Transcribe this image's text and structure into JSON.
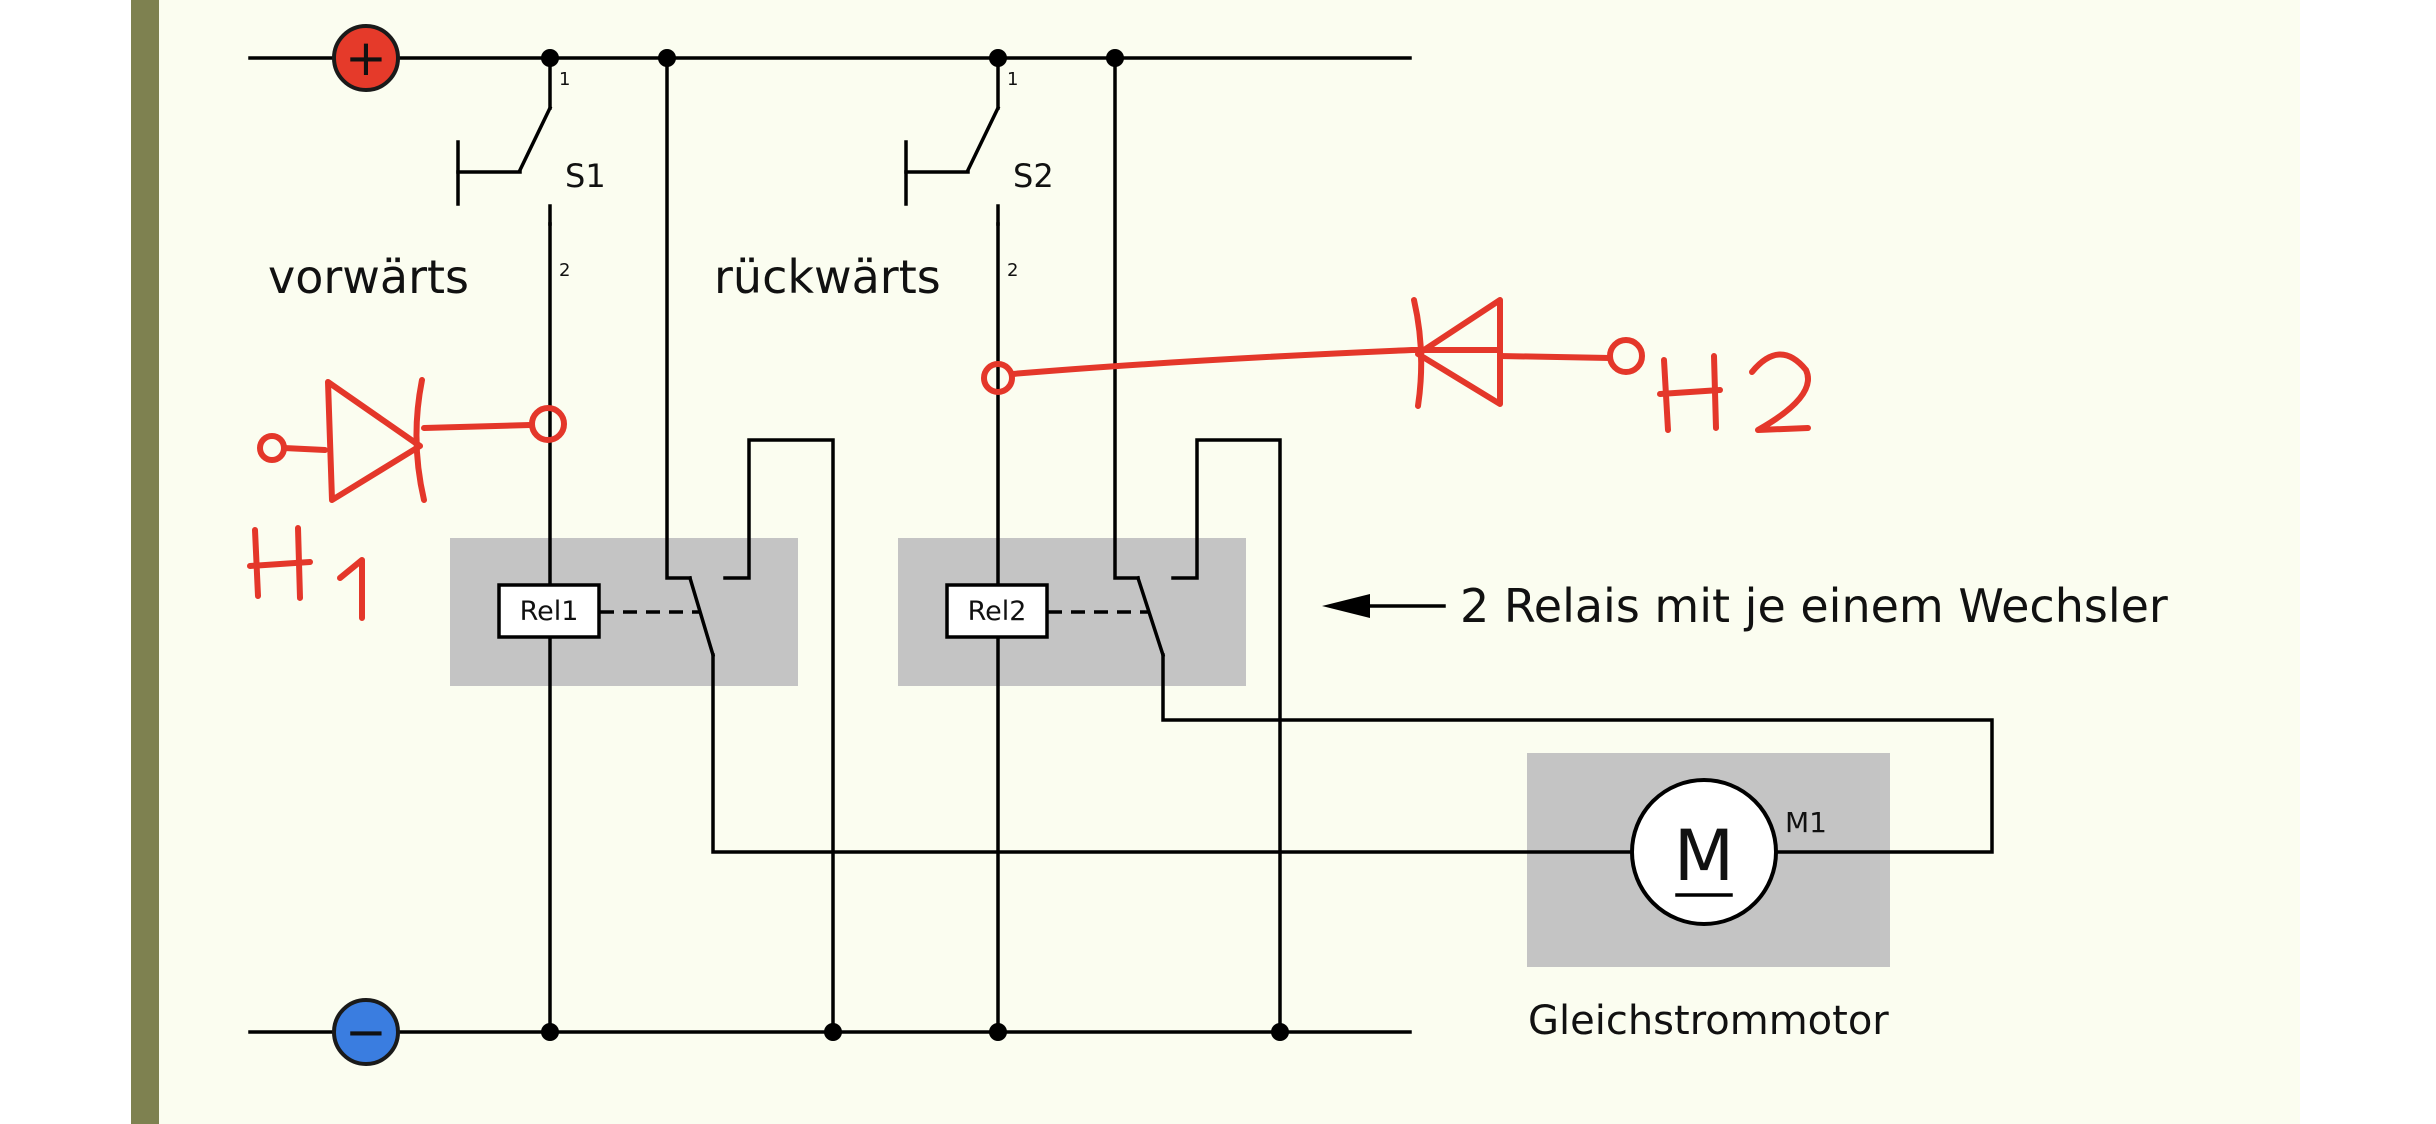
{
  "terminals": {
    "plus": "+",
    "minus": "−"
  },
  "switches": [
    {
      "label": "S1",
      "pin_top": "1",
      "pin_bottom": "2",
      "caption": "vorwärts"
    },
    {
      "label": "S2",
      "pin_top": "1",
      "pin_bottom": "2",
      "caption": "rückwärts"
    }
  ],
  "relays": [
    {
      "label": "Rel1"
    },
    {
      "label": "Rel2"
    }
  ],
  "relay_note": "2 Relais mit je einem Wechsler",
  "motor": {
    "symbol": "M",
    "label": "M1",
    "caption": "Gleichstrommotor"
  },
  "annotations": {
    "led1": "H1",
    "led2": "H2"
  },
  "colors": {
    "plus_terminal": "#e53a2a",
    "minus_terminal": "#3a7de0",
    "annotation_ink": "#e4372a",
    "relay_box": "#c4c4c4"
  }
}
